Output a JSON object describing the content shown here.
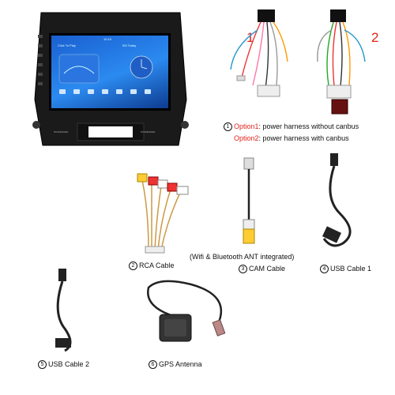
{
  "unit": {
    "screen_left_app": "Click To Play",
    "screen_right_app": "5/6 Today",
    "screen_time": "10:10",
    "bezel_left": "PASSENGER",
    "bezel_right": "PASSENGER"
  },
  "harness": {
    "marker_1": "1",
    "marker_2": "2",
    "options_number": "1",
    "option1_key": "Option1",
    "option1_text": ": power harness without canbus",
    "option2_key": "Option2",
    "option2_text": ": power harness with canbus"
  },
  "items": [
    {
      "number": "2",
      "label": "RCA Cable"
    },
    {
      "number": "3",
      "label": "CAM Cable"
    },
    {
      "number": "4",
      "label": "USB Cable 1"
    },
    {
      "number": "5",
      "label": "USB Cable 2"
    },
    {
      "number": "6",
      "label": "GPS Antenna"
    }
  ],
  "wifi_note": "(Wifi & Bluetooth ANT integrated)",
  "colors": {
    "accent_red": "#e2231a"
  }
}
